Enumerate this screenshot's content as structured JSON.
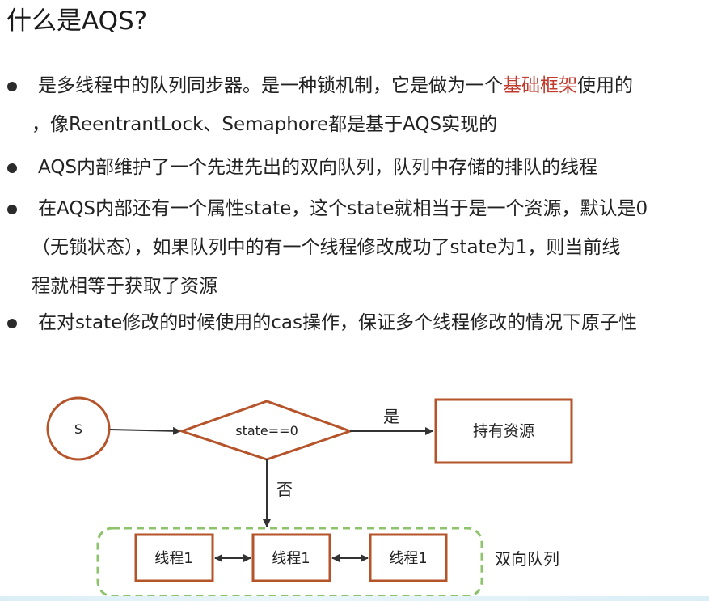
{
  "title": "什么是AQS?",
  "bullets": [
    {
      "lines": [
        {
          "parts": [
            {
              "text": "是多线程中的队列同步器。是一种锁机制，它是做为一个",
              "highlight": false
            },
            {
              "text": "基础框架",
              "highlight": true
            },
            {
              "text": "使用的",
              "highlight": false
            }
          ]
        },
        {
          "parts": [
            {
              "text": "，像ReentrantLock、Semaphore都是基于AQS实现的",
              "highlight": false
            }
          ]
        }
      ]
    },
    {
      "lines": [
        {
          "parts": [
            {
              "text": "AQS内部维护了一个先进先出的双向队列，队列中存储的排队的线程",
              "highlight": false
            }
          ]
        }
      ]
    },
    {
      "lines": [
        {
          "parts": [
            {
              "text": "在AQS内部还有一个属性state，这个state就相当于是一个资源，默认是0",
              "highlight": false
            }
          ]
        },
        {
          "parts": [
            {
              "text": "（无锁状态），如果队列中的有一个线程修改成功了state为1，则当前线",
              "highlight": false
            }
          ]
        },
        {
          "parts": [
            {
              "text": "程就相等于获取了资源",
              "highlight": false
            }
          ]
        }
      ]
    },
    {
      "lines": [
        {
          "parts": [
            {
              "text": "在对state修改的时候使用的cas操作，保证多个线程修改的情况下原子性",
              "highlight": false
            }
          ]
        }
      ]
    }
  ],
  "diagram": {
    "start_label": "S",
    "decision_label": "state==0",
    "yes_label": "是",
    "no_label": "否",
    "result_label": "持有资源",
    "queue_nodes": [
      "线程1",
      "线程1",
      "线程1"
    ],
    "queue_label": "双向队列"
  },
  "colors": {
    "highlight": "#c0392b",
    "shape_stroke": "#b5532a",
    "queue_border": "#8dc36a",
    "text": "#222222",
    "arrow": "#333333"
  }
}
